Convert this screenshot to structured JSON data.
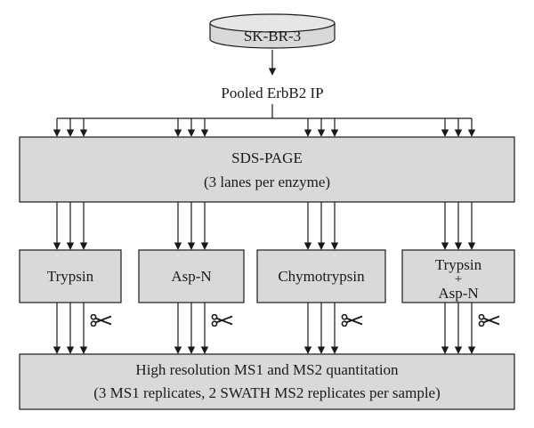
{
  "diagram": {
    "source": {
      "label": "SK-BR-3"
    },
    "pooled": {
      "label": "Pooled ErbB2 IP"
    },
    "sds_page": {
      "line1": "SDS-PAGE",
      "line2": "(3 lanes per enzyme)"
    },
    "enzymes": [
      {
        "label": "Trypsin"
      },
      {
        "label": "Asp-N"
      },
      {
        "label": "Chymotrypsin"
      },
      {
        "label_line1": "Trypsin",
        "label_line2": "+",
        "label_line3": "Asp-N"
      }
    ],
    "final": {
      "line1": "High resolution MS1 and MS2 quantitation",
      "line2": "(3 MS1 replicates, 2 SWATH MS2 replicates per sample)"
    },
    "icons": {
      "digest": "scissors-icon"
    },
    "colors": {
      "box_fill": "#d9d9d9",
      "stroke": "#1a1a1a",
      "background": "#ffffff"
    }
  }
}
